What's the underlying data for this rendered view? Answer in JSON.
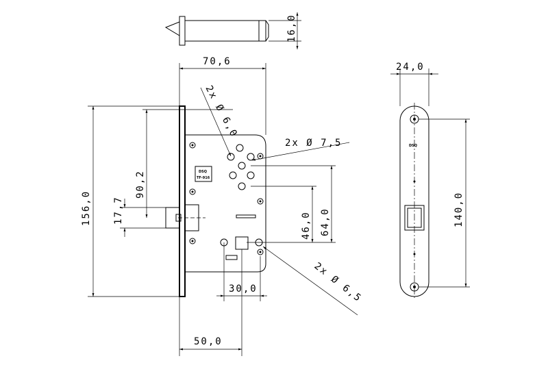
{
  "dimensions": {
    "bolt_height": "16,0",
    "case_width": "70,6",
    "total_height": "156,0",
    "follower_height": "90,2",
    "latch_height": "17,7",
    "hole_6_0": "2x Ø 6,0",
    "hole_7_5": "2x Ø 7,5",
    "hole_6_5": "2x Ø 6,5",
    "center_46": "46,0",
    "center_64": "64,0",
    "spindle_offset": "30,0",
    "backset": "50,0",
    "faceplate_width": "24,0",
    "faceplate_holes": "140,0"
  },
  "labels": {
    "logo": "DSQ",
    "logo_sub": "TF-916",
    "plate_logo": "DSQ"
  }
}
